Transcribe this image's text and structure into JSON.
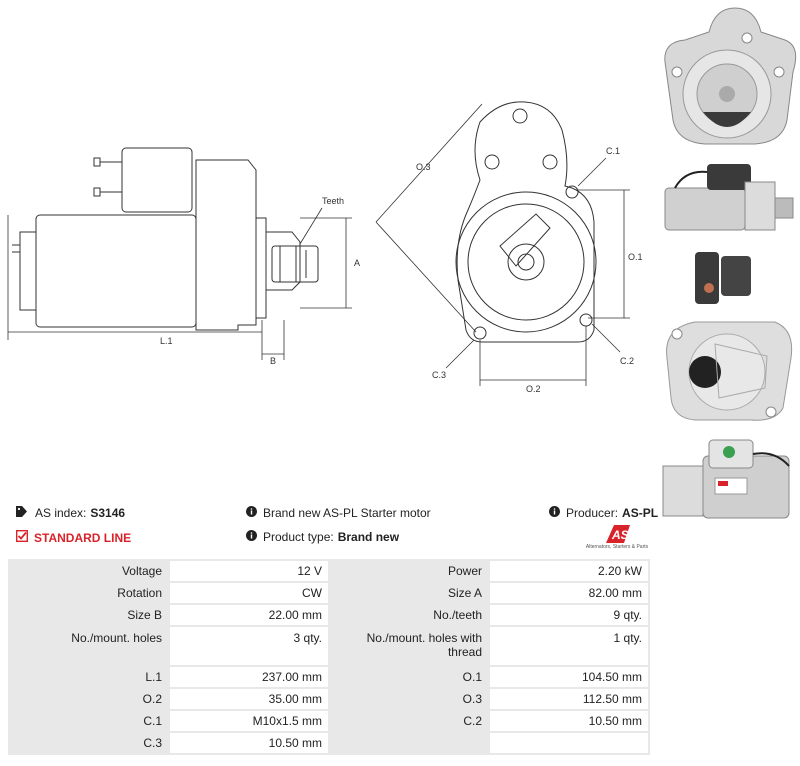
{
  "drawing_labels": {
    "teeth": "Teeth",
    "a": "A",
    "b": "B",
    "l1": "L.1",
    "c1": "C.1",
    "c2": "C.2",
    "c3": "C.3",
    "o1": "O.1",
    "o2": "O.2",
    "o3": "O.3"
  },
  "info": {
    "as_index_label": "AS index:",
    "as_index_value": "S3146",
    "standard_line": "STANDARD LINE",
    "description": "Brand new AS-PL Starter motor",
    "product_type_label": "Product type:",
    "product_type_value": "Brand new",
    "producer_label": "Producer:",
    "producer_value": "AS-PL"
  },
  "logo": {
    "mark": "AS",
    "tagline": "Alternators, Starters & Parts"
  },
  "icons": {
    "tag": "tag-icon",
    "check": "checkbox-icon",
    "info": "info-icon"
  },
  "colors": {
    "accent": "#d9232a",
    "label_bg": "#e8e8e8"
  },
  "specs": [
    {
      "l1": "Voltage",
      "v1": "12 V",
      "l2": "Power",
      "v2": "2.20 kW"
    },
    {
      "l1": "Rotation",
      "v1": "CW",
      "l2": "Size A",
      "v2": "82.00 mm"
    },
    {
      "l1": "Size B",
      "v1": "22.00 mm",
      "l2": "No./teeth",
      "v2": "9 qty."
    },
    {
      "l1": "No./mount. holes",
      "v1": "3 qty.",
      "l2": "No./mount. holes with thread",
      "v2": "1 qty."
    },
    {
      "l1": "L.1",
      "v1": "237.00 mm",
      "l2": "O.1",
      "v2": "104.50 mm"
    },
    {
      "l1": "O.2",
      "v1": "35.00 mm",
      "l2": "O.3",
      "v2": "112.50 mm"
    },
    {
      "l1": "C.1",
      "v1": "M10x1.5 mm",
      "l2": "C.2",
      "v2": "10.50 mm"
    },
    {
      "l1": "C.3",
      "v1": "10.50 mm",
      "l2": "",
      "v2": ""
    }
  ]
}
